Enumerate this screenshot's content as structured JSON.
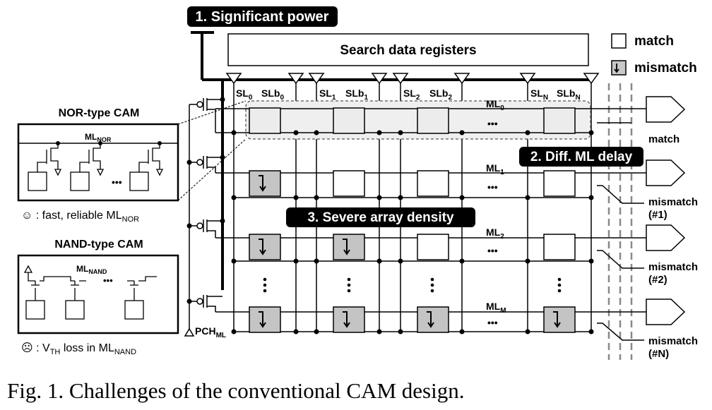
{
  "callouts": {
    "power": "1. Significant power",
    "delay": "2. Diff. ML delay",
    "density": "3. Severe array density"
  },
  "registers": "Search data registers",
  "legend": {
    "match": "match",
    "mismatch": "mismatch"
  },
  "columns": [
    {
      "sl": "SL",
      "sl_sub": "0",
      "slb": "SLb",
      "slb_sub": "0"
    },
    {
      "sl": "SL",
      "sl_sub": "1",
      "slb": "SLb",
      "slb_sub": "1"
    },
    {
      "sl": "SL",
      "sl_sub": "2",
      "slb": "SLb",
      "slb_sub": "2"
    },
    {
      "sl": "SL",
      "sl_sub": "N",
      "slb": "SLb",
      "slb_sub": "N"
    }
  ],
  "matchlines": [
    {
      "ml": "ML",
      "sub": "0",
      "outputs": [
        "match"
      ]
    },
    {
      "ml": "ML",
      "sub": "1",
      "outputs": [
        "mismatch",
        "(#1)"
      ]
    },
    {
      "ml": "ML",
      "sub": "2",
      "outputs": [
        "mismatch",
        "(#2)"
      ]
    },
    {
      "ml": "ML",
      "sub": "M",
      "outputs": [
        "mismatch",
        "(#N)"
      ]
    }
  ],
  "cell_states": [
    [
      "match",
      "match",
      "match",
      "match"
    ],
    [
      "mismatch",
      "match",
      "match",
      "match"
    ],
    [
      "mismatch",
      "mismatch",
      "match",
      "match"
    ],
    [
      "mismatch",
      "mismatch",
      "mismatch",
      "mismatch"
    ]
  ],
  "nor": {
    "title": "NOR-type CAM",
    "ml": "ML",
    "ml_sub": "NOR",
    "note_icon": "☺",
    "note": " : fast, reliable ML",
    "note_sub": "NOR"
  },
  "nand": {
    "title": "NAND-type CAM",
    "ml": "ML",
    "ml_sub": "NAND",
    "note_icon": "☹",
    "note": " : V",
    "note_vsub": "TH",
    "note_mid": " loss in ML",
    "note_sub": "NAND"
  },
  "pch": {
    "label": "PCH",
    "sub": "ML"
  },
  "dots": "•••",
  "caption": "Fig. 1.   Challenges of the conventional CAM design."
}
